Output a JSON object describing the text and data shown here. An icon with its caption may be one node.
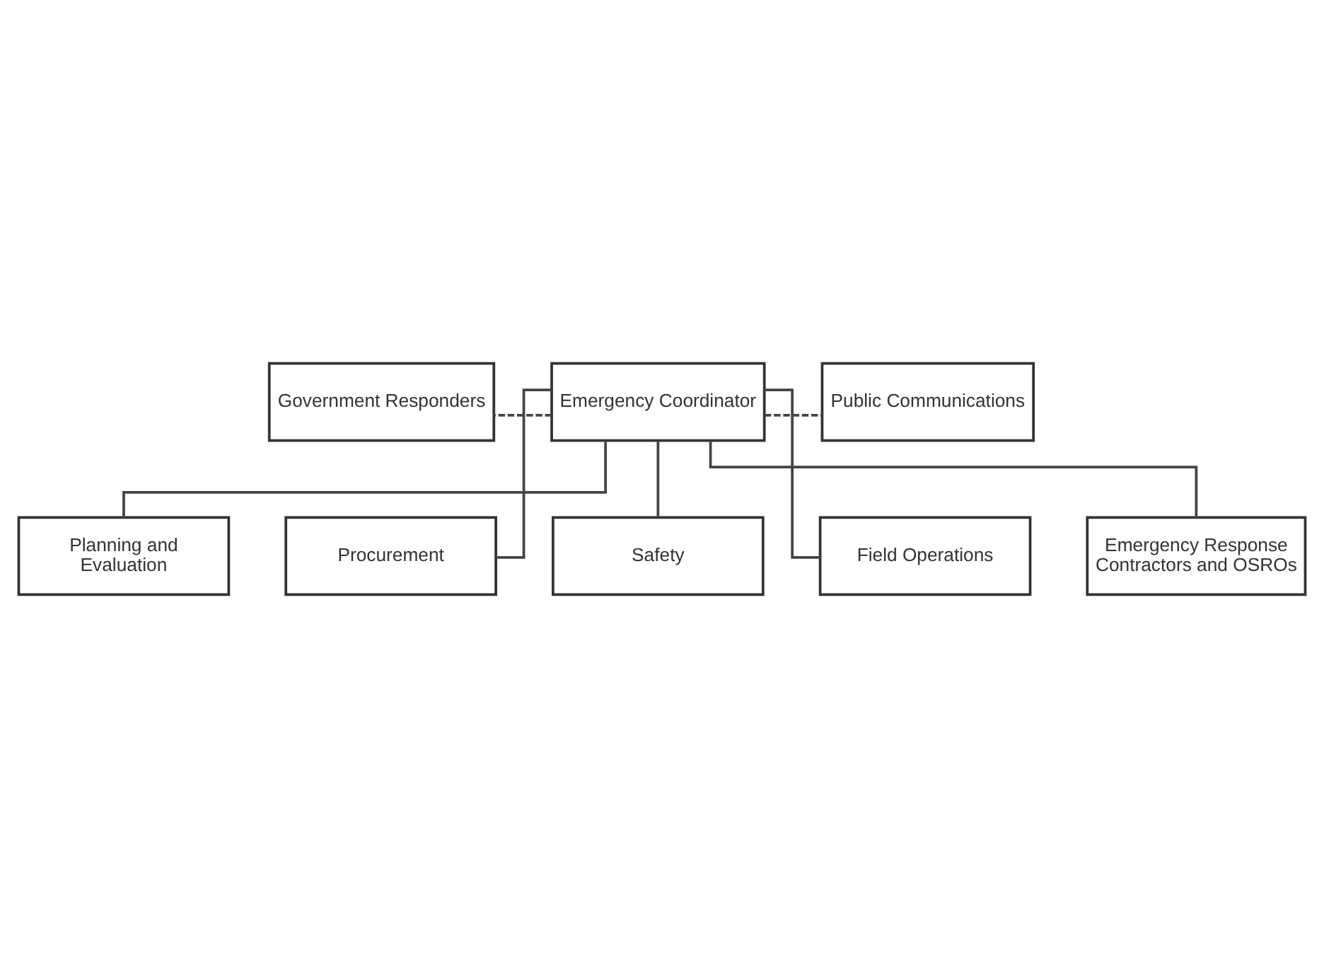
{
  "diagram": {
    "nodes": [
      {
        "text": [
          "Government Responders"
        ]
      },
      {
        "text": [
          "Emergency Coordinator"
        ]
      },
      {
        "text": [
          "Public Communications"
        ]
      },
      {
        "text": [
          "Planning and Evaluation"
        ]
      },
      {
        "text": [
          "Procurement"
        ]
      },
      {
        "text": [
          "Safety"
        ]
      },
      {
        "text": [
          "Field Operations"
        ]
      },
      {
        "text": [
          "Emergency Response Contractors and OSROs"
        ]
      }
    ],
    "edges": [
      {
        "from": 1,
        "to": 0,
        "arrow": "none",
        "style": "dashed"
      },
      {
        "from": 1,
        "to": 2,
        "arrow": "none",
        "style": "dashed"
      },
      {
        "from": 1,
        "to": 3,
        "arrow": "none"
      },
      {
        "from": 1,
        "to": 4,
        "arrow": "none"
      },
      {
        "from": 1,
        "to": 5,
        "arrow": "none"
      },
      {
        "from": 1,
        "to": 6,
        "arrow": "none"
      },
      {
        "from": 1,
        "to": 7,
        "arrow": "none"
      }
    ]
  }
}
